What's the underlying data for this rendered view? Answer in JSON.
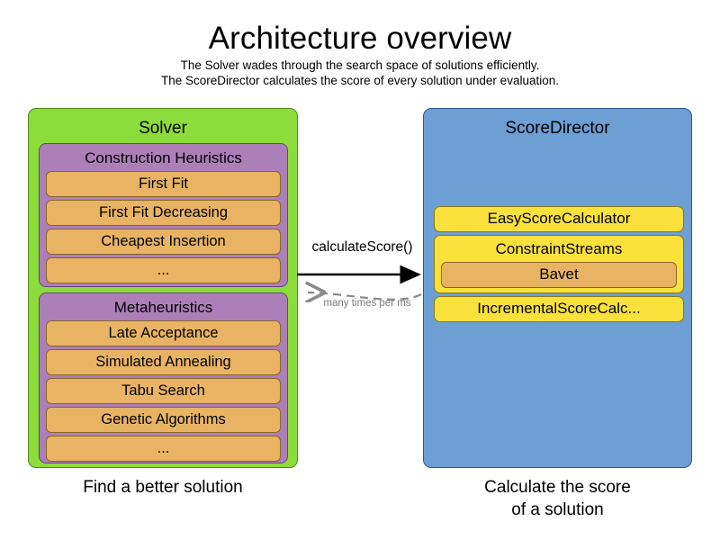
{
  "header": {
    "title": "Architecture overview",
    "subtitle_line1": "The Solver wades through the search space of solutions efficiently.",
    "subtitle_line2": "The ScoreDirector calculates the score of every solution under evaluation."
  },
  "solver": {
    "title": "Solver",
    "caption": "Find a better solution",
    "background_color": "#8CDC3C",
    "groups": [
      {
        "title": "Construction Heuristics",
        "background_color": "#AD7FB8",
        "items": [
          {
            "label": "First Fit"
          },
          {
            "label": "First Fit Decreasing"
          },
          {
            "label": "Cheapest Insertion"
          },
          {
            "label": "..."
          }
        ]
      },
      {
        "title": "Metaheuristics",
        "background_color": "#AD7FB8",
        "items": [
          {
            "label": "Late Acceptance"
          },
          {
            "label": "Simulated Annealing"
          },
          {
            "label": "Tabu Search"
          },
          {
            "label": "Genetic Algorithms"
          },
          {
            "label": "..."
          }
        ]
      }
    ]
  },
  "score_director": {
    "title": "ScoreDirector",
    "caption_line1": "Calculate the score",
    "caption_line2": "of a solution",
    "background_color": "#6D9ED4",
    "items": [
      {
        "label": "EasyScoreCalculator",
        "background_color": "#FAE13C"
      },
      {
        "label": "ConstraintStreams",
        "background_color": "#FAE13C",
        "child": {
          "label": "Bavet",
          "background_color": "#E8B464"
        }
      },
      {
        "label": "IncrementalScoreCalc...",
        "background_color": "#FAE13C"
      }
    ]
  },
  "connectors": {
    "forward_label": "calculateScore()",
    "forward_color": "#000000",
    "return_label": "many times per ms",
    "return_color": "#8a8a8a"
  }
}
